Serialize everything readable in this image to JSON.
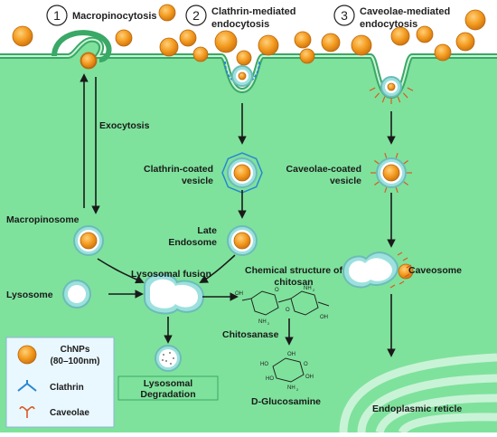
{
  "pathways": {
    "macropinocytosis": {
      "num": "1",
      "label": "Macropinocytosis"
    },
    "clathrin": {
      "num": "2",
      "line1": "Clathrin-mediated",
      "line2": "endocytosis"
    },
    "caveolae": {
      "num": "3",
      "line1": "Caveolae-mediated",
      "line2": "endocytosis"
    }
  },
  "labels": {
    "exocytosis": "Exocytosis",
    "clathrin_vesicle_1": "Clathrin-coated",
    "clathrin_vesicle_2": "vesicle",
    "caveolae_vesicle_1": "Caveolae-coated",
    "caveolae_vesicle_2": "vesicle",
    "macropinosome": "Macropinosome",
    "late_endosome_1": "Late",
    "late_endosome_2": "Endosome",
    "lysosome": "Lysosome",
    "lysosomal_fusion": "Lysosomal fusion",
    "chem_structure_1": "Chemical structure of",
    "chem_structure_2": "chitosan",
    "chitosanase": "Chitosanase",
    "d_glucosamine": "D-Glucosamine",
    "lysosomal_degradation_1": "Lysosomal",
    "lysosomal_degradation_2": "Degradation",
    "caveosome": "Caveosome",
    "er": "Endoplasmic reticle"
  },
  "chem": {
    "oh": "OH",
    "ho": "HO",
    "o": "O",
    "nh2": "NH",
    "sub2": "2"
  },
  "legend": {
    "np_line1": "ChNPs",
    "np_line2": "(80–100nm)",
    "clathrin": "Clathrin",
    "caveolae": "Caveolae"
  },
  "colors": {
    "cytoplasm": "#7ee29c",
    "membrane": "#2f9e5e",
    "nanoparticle": "#f39a1e",
    "nanoparticle_edge": "#b8660c",
    "clathrin": "#2a86d1",
    "caveolae": "#d85a24"
  }
}
